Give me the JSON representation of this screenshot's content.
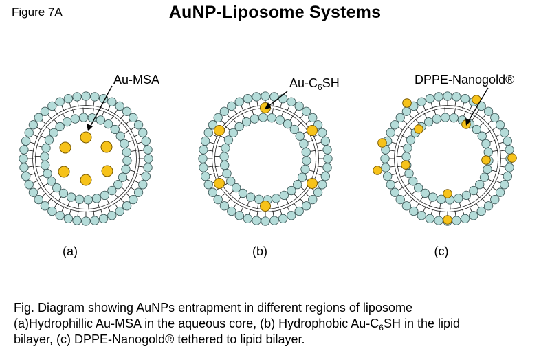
{
  "header": {
    "figure_label": "Figure 7A",
    "title": "AuNP-Liposome Systems"
  },
  "panels": [
    {
      "id": "a",
      "label": "(a)",
      "callout": {
        "text": "Au-MSA"
      },
      "core_particles": [
        {
          "angle": 90,
          "ring": 0.42
        },
        {
          "angle": 30,
          "ring": 0.55
        },
        {
          "angle": 150,
          "ring": 0.55
        },
        {
          "angle": 210,
          "ring": 0.55
        },
        {
          "angle": 270,
          "ring": 0.42
        },
        {
          "angle": 330,
          "ring": 0.55
        }
      ]
    },
    {
      "id": "b",
      "label": "(b)",
      "callout": {
        "prefix": "Au-C",
        "sub": "6",
        "suffix": "SH"
      }
    },
    {
      "id": "c",
      "label": "(c)",
      "callout": {
        "text": "DPPE-Nanogold®"
      }
    }
  ],
  "caption": {
    "line1": "Fig. Diagram showing AuNPs entrapment in different regions of liposome",
    "line2_a": "(a)Hydrophillic Au-MSA in the aqueous core, (b) Hydrophobic Au-C",
    "line2_sub": "6",
    "line2_b": "SH in the lipid",
    "line3": "bilayer, (c) DPPE-Nanogold® tethered to lipid bilayer."
  },
  "colors": {
    "headgroup_fill": "#b5dcd9",
    "headgroup_stroke": "#3f5a5a",
    "gold_fill": "#f6c21a",
    "gold_stroke": "#7a5a00",
    "tail": "#222222"
  }
}
